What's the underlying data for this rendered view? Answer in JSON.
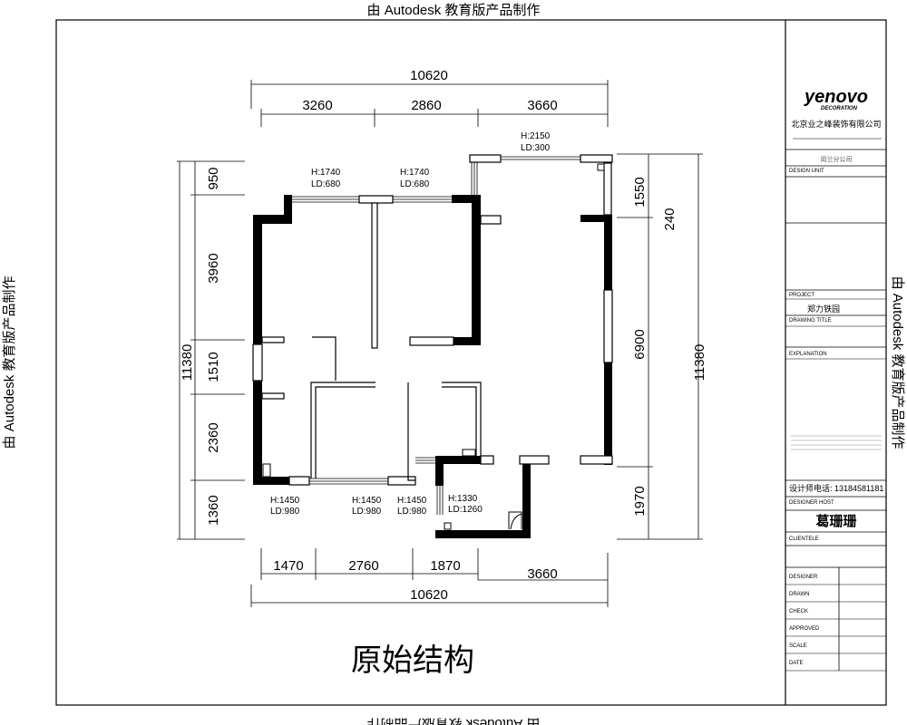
{
  "watermark": "由 Autodesk 教育版产品制作",
  "drawing_title": "原始结构",
  "dimensions": {
    "top_total": "10620",
    "top_segments": [
      "3260",
      "2860",
      "3660"
    ],
    "left_segments": [
      "950",
      "3960",
      "1510",
      "2360",
      "1360"
    ],
    "left_total": "11380",
    "right_segments": [
      "1550",
      "240",
      "6900",
      "1970"
    ],
    "right_total": "11380",
    "bottom_segments": [
      "1470",
      "2760",
      "1870",
      "3660"
    ],
    "bottom_total": "10620"
  },
  "windows": [
    {
      "h": "H:1740",
      "ld": "LD:680"
    },
    {
      "h": "H:1740",
      "ld": "LD:680"
    },
    {
      "h": "H:2150",
      "ld": "LD:300"
    },
    {
      "h": "H:1450",
      "ld": "LD:980"
    },
    {
      "h": "H:1450",
      "ld": "LD:980"
    },
    {
      "h": "H:1450",
      "ld": "LD:980"
    },
    {
      "h": "H:1330",
      "ld": "LD:1260"
    }
  ],
  "title_block": {
    "logo": "yenovo",
    "logo_sub": "DECORATION",
    "company": "北京业之峰装饰有限公司",
    "branch": "闵兰分公司",
    "design_unit_label": "DESIGN UNIT",
    "project_label": "PROJECT",
    "project_name": "郑力铁园",
    "drawing_title_label": "DRAWING TITLE",
    "explanation_label": "EXPLANATION",
    "phone": "设计师电话: 13184581181",
    "designer_label": "DESIGNER HOST",
    "designer_sig": "葛珊珊",
    "clientele_label": "CLIENTELE",
    "rows": [
      "DESIGNER",
      "DRAWN",
      "CHECK",
      "APPROVED",
      "SCALE",
      "DATE"
    ]
  }
}
